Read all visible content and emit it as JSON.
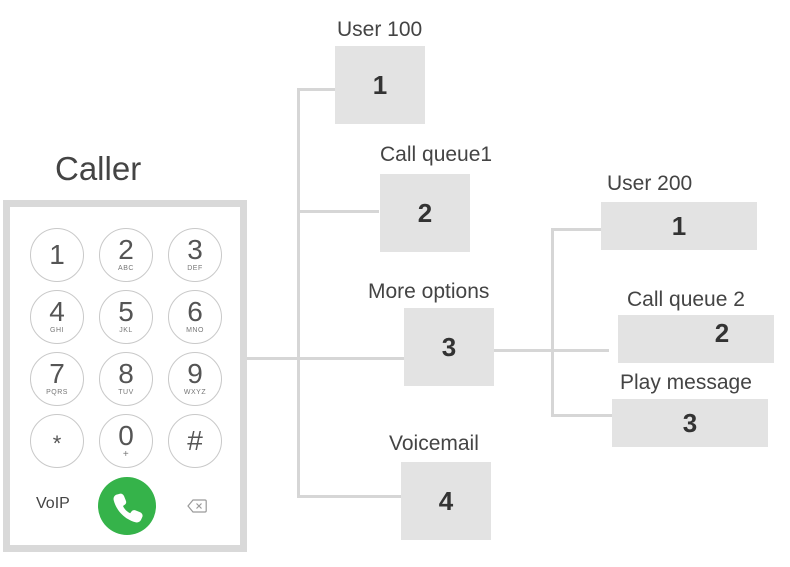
{
  "caller": {
    "title": "Caller",
    "keys": [
      {
        "digit": "1",
        "letters": ""
      },
      {
        "digit": "2",
        "letters": "ABC"
      },
      {
        "digit": "3",
        "letters": "DEF"
      },
      {
        "digit": "4",
        "letters": "GHI"
      },
      {
        "digit": "5",
        "letters": "JKL"
      },
      {
        "digit": "6",
        "letters": "MNO"
      },
      {
        "digit": "7",
        "letters": "PQRS"
      },
      {
        "digit": "8",
        "letters": "TUV"
      },
      {
        "digit": "9",
        "letters": "WXYZ"
      },
      {
        "digit": "*",
        "letters": ""
      },
      {
        "digit": "0",
        "letters": "+"
      },
      {
        "digit": "#",
        "letters": ""
      }
    ],
    "voip_label": "VoIP",
    "call_button_icon": "phone-icon",
    "delete_icon": "backspace-icon",
    "call_button_color": "#35b34a"
  },
  "menu": {
    "options": [
      {
        "label": "User 100",
        "key": "1"
      },
      {
        "label": "Call queue1",
        "key": "2"
      },
      {
        "label": "More options",
        "key": "3"
      },
      {
        "label": "Voicemail",
        "key": "4"
      }
    ]
  },
  "submenu": {
    "options": [
      {
        "label": "User 200",
        "key": "1"
      },
      {
        "label": "Call queue 2",
        "key": "2"
      },
      {
        "label": "Play message",
        "key": "3"
      }
    ]
  },
  "colors": {
    "box": "#e3e3e3",
    "connector": "#d6d6d6"
  }
}
